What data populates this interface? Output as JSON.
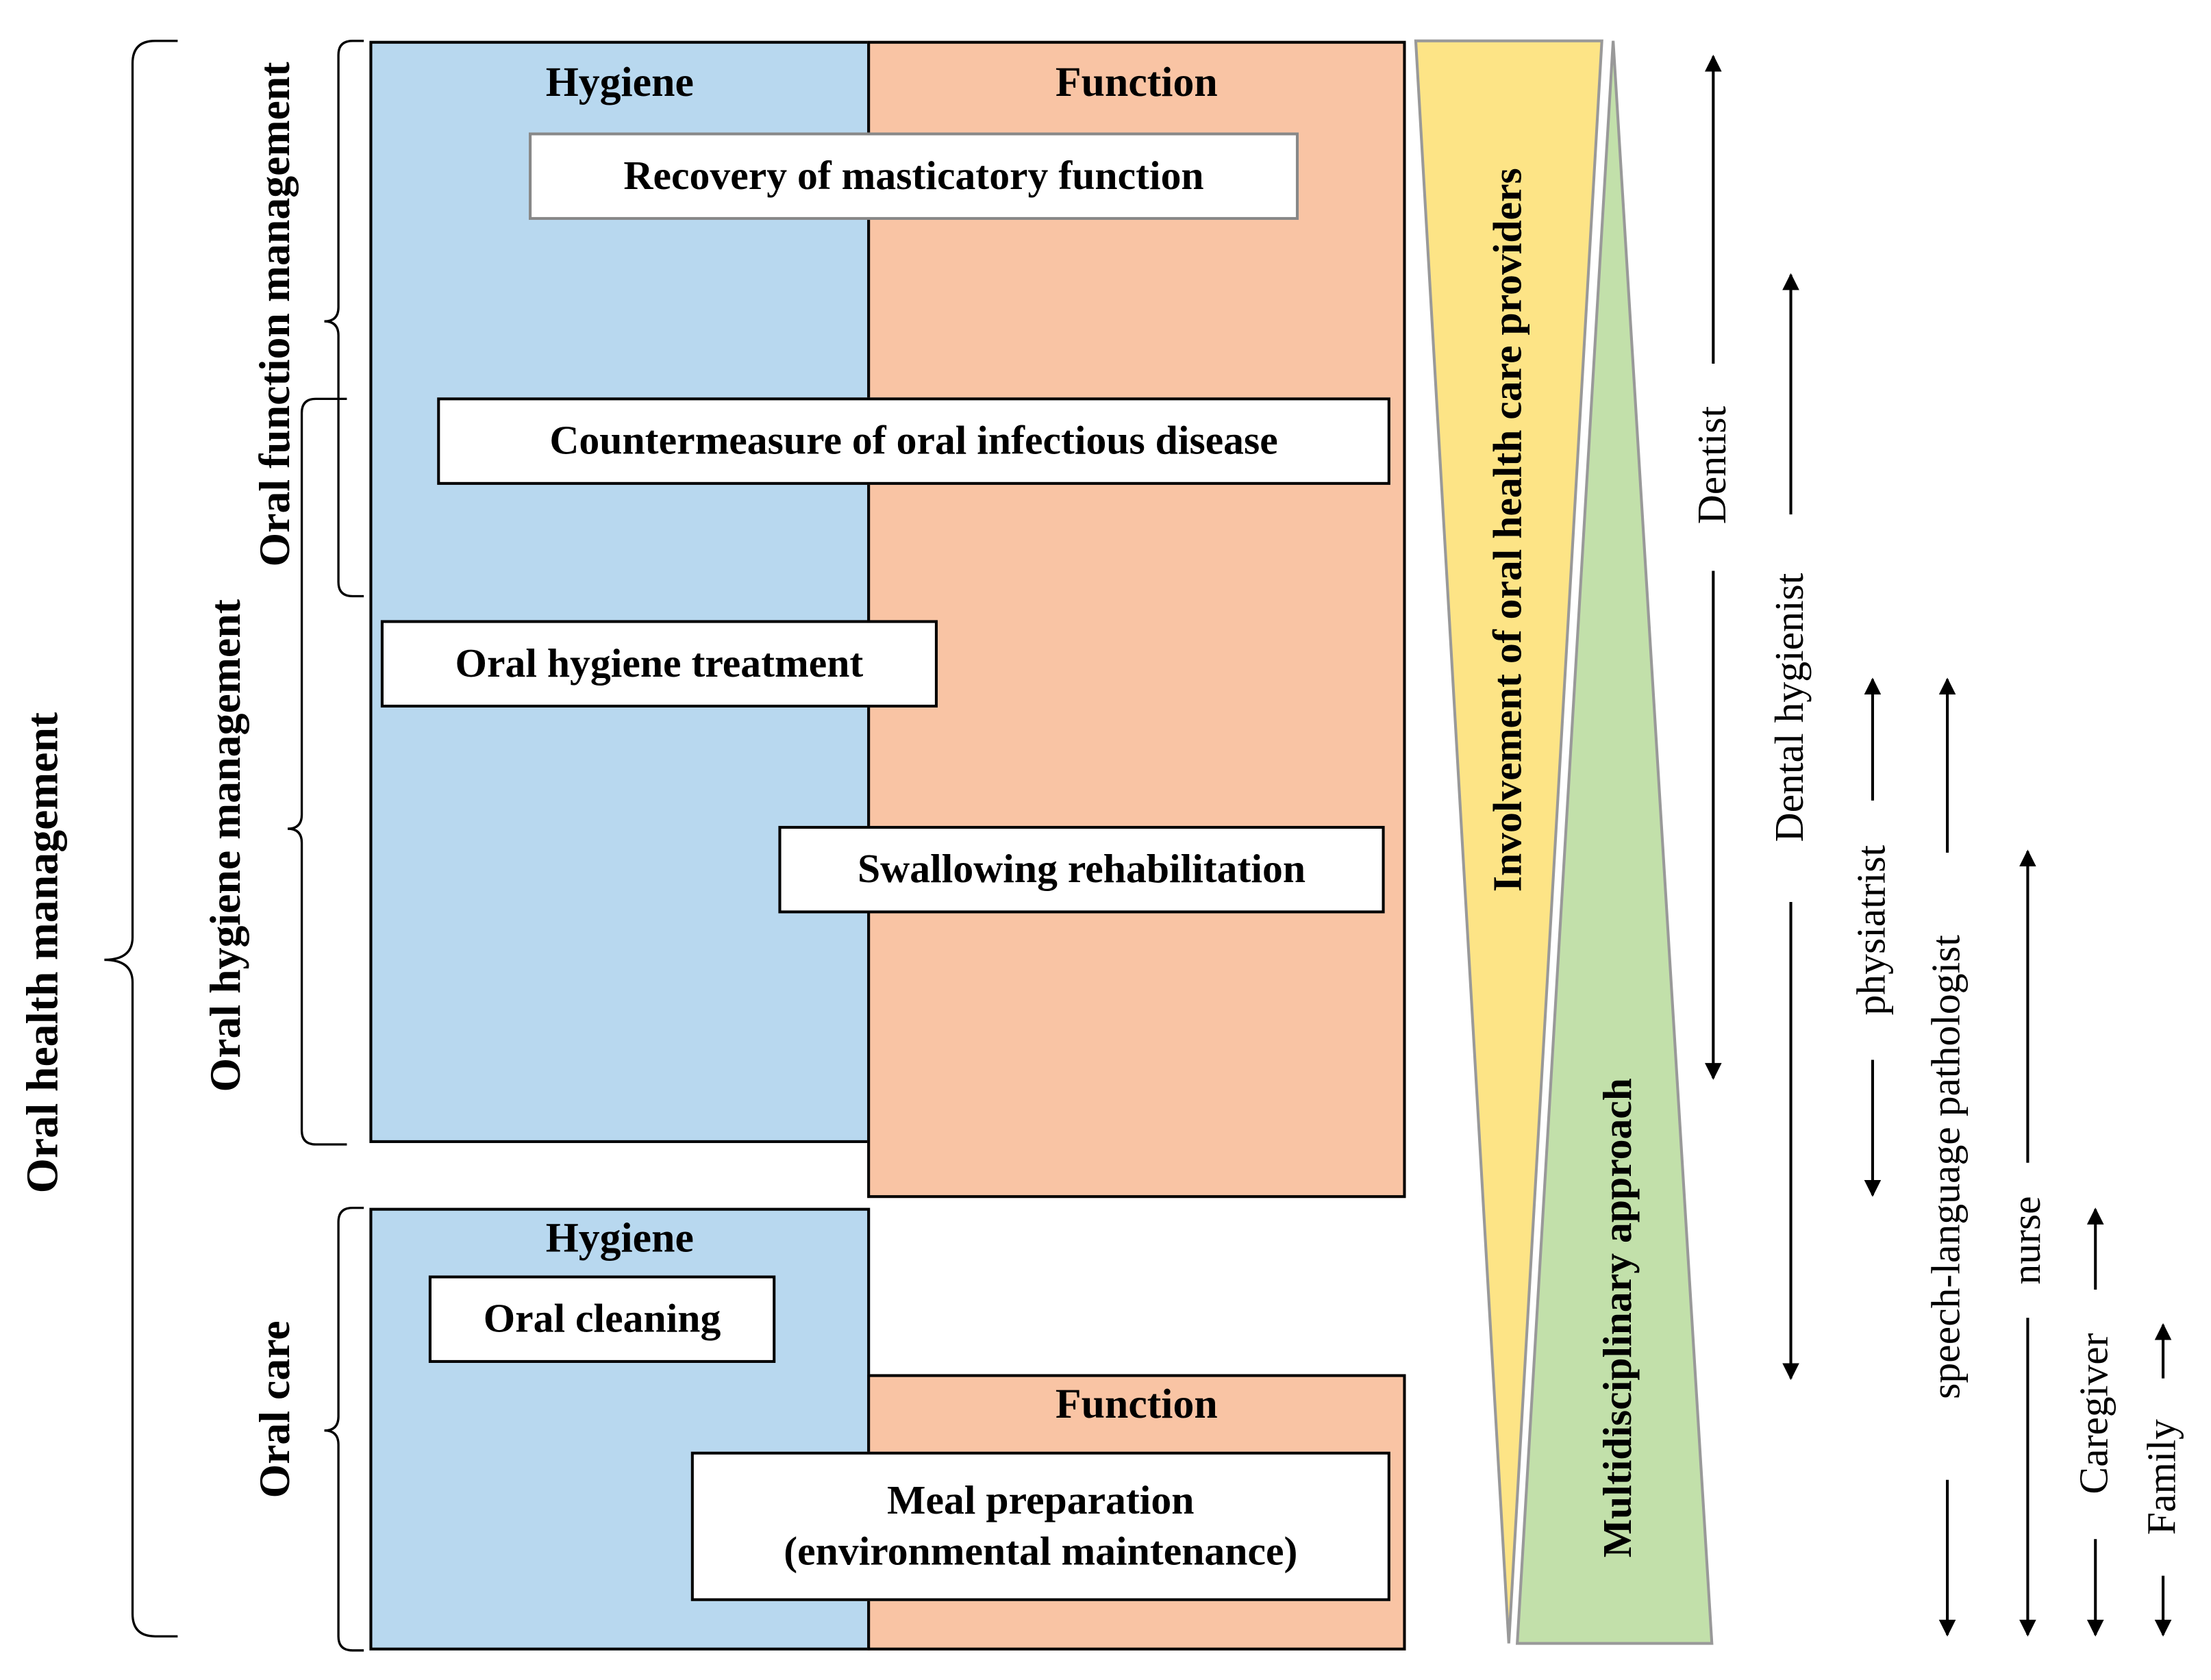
{
  "colors": {
    "hygiene_fill": "#b8d8ef",
    "function_fill": "#f9c4a4",
    "involvement_fill": "#fde486",
    "multidisciplinary_fill": "#c2e0aa"
  },
  "brackets": {
    "oral_health_management": "Oral health management",
    "oral_function_management": "Oral function management",
    "oral_hygiene_management": "Oral hygiene management",
    "oral_care": "Oral care"
  },
  "upper": {
    "hygiene_header": "Hygiene",
    "function_header": "Function",
    "items": [
      "Recovery of masticatory function",
      "Countermeasure of oral infectious disease",
      "Oral hygiene treatment",
      "Swallowing rehabilitation"
    ]
  },
  "lower": {
    "hygiene_header": "Hygiene",
    "function_header": "Function",
    "oral_cleaning": "Oral cleaning",
    "meal_line1": "Meal preparation",
    "meal_line2": "(environmental maintenance)"
  },
  "triangles": {
    "involvement": "Involvement of oral health care providers",
    "multidisciplinary": "Multidisciplinary approach"
  },
  "providers": [
    "Dentist",
    "Dental hygienist",
    "physiatrist",
    "speech-language pathologist",
    "nurse",
    "Caregiver",
    "Family"
  ]
}
